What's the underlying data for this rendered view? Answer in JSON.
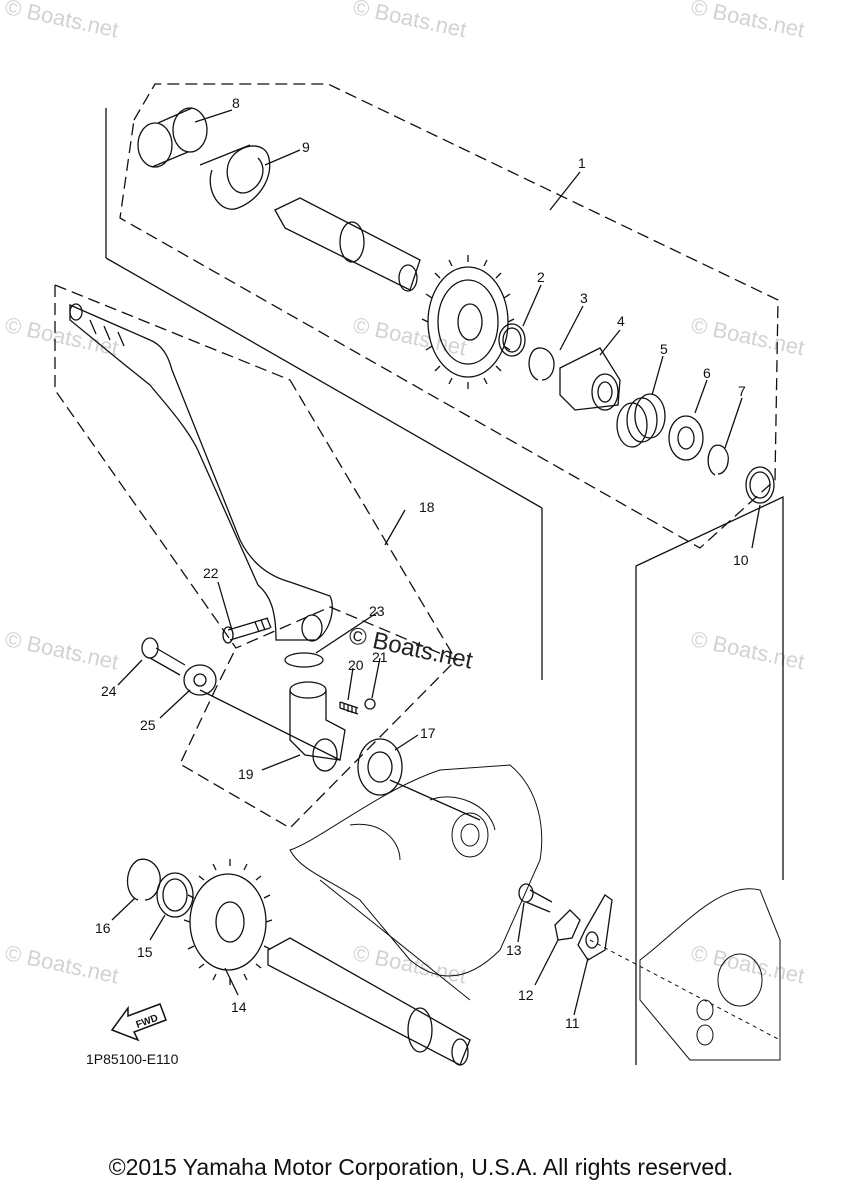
{
  "watermark_text": "© Boats.net",
  "center_watermark": "© Boats.net",
  "part_numbers": [
    "1",
    "2",
    "3",
    "4",
    "5",
    "6",
    "7",
    "8",
    "9",
    "10",
    "11",
    "12",
    "13",
    "14",
    "15",
    "16",
    "17",
    "18",
    "19",
    "20",
    "21",
    "22",
    "23",
    "24",
    "25"
  ],
  "fwd_label": "FWD",
  "diagram_code": "1P85100-E110",
  "copyright": "©2015 Yamaha Motor Corporation, U.S.A. All rights reserved."
}
